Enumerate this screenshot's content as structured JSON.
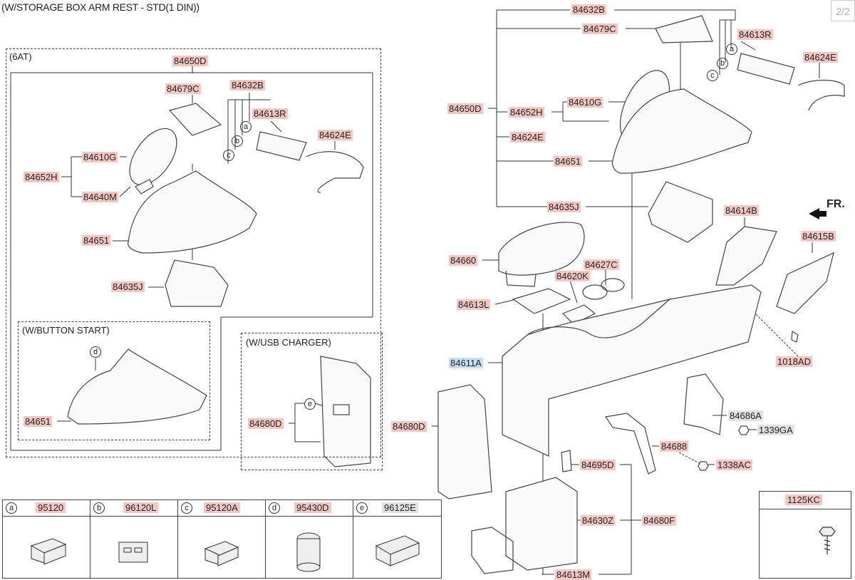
{
  "title": "(W/STORAGE BOX ARM REST - STD(1 DIN))",
  "page": "2/2",
  "direction": "FR.",
  "sections": {
    "at6": "(6AT)",
    "button_start": "(W/BUTTON START)",
    "usb_charger": "(W/USB CHARGER)"
  },
  "labels": {
    "l84632B": "84632B",
    "l84679C_r": "84679C",
    "l84613R_r": "84613R",
    "l84624E_r": "84624E",
    "l84650D_r": "84650D",
    "l84652H_r": "84652H",
    "l84610G_r": "84610G",
    "l84624E_r2": "84624E",
    "l84651_r": "84651",
    "l84635J_r": "84635J",
    "l84614B": "84614B",
    "l84615B": "84615B",
    "l84660": "84660",
    "l84627C": "84627C",
    "l84620K": "84620K",
    "l84613L": "84613L",
    "l84611A": "84611A",
    "l1018AD": "1018AD",
    "l84680D_r": "84680D",
    "l84686A": "84686A",
    "l1339GA": "1339GA",
    "l84688": "84688",
    "l1338AC": "1338AC",
    "l84695D": "84695D",
    "l84630Z": "84630Z",
    "l84680F": "84680F",
    "l84613M": "84613M",
    "l84650D_l": "84650D",
    "l84679C_l": "84679C",
    "l84632B_l": "84632B",
    "l84613R_l": "84613R",
    "l84624E_l": "84624E",
    "l84610G_l": "84610G",
    "l84652H_l": "84652H",
    "l84640M": "84640M",
    "l84651_l": "84651",
    "l84635J_l": "84635J",
    "l84651_bs": "84651",
    "l84680D_usb": "84680D",
    "bolt_code": "1125KC"
  },
  "callouts": {
    "a": "a",
    "b": "b",
    "c": "c",
    "d": "d",
    "e": "e"
  },
  "legend": [
    {
      "key": "a",
      "code": "95120",
      "color": "#f6c7c2"
    },
    {
      "key": "b",
      "code": "96120L",
      "color": "#f6c7c2"
    },
    {
      "key": "c",
      "code": "95120A",
      "color": "#f6c7c2"
    },
    {
      "key": "d",
      "code": "95430D",
      "color": "#f6c7c2"
    },
    {
      "key": "e",
      "code": "96125E",
      "color": "#e2e2e2"
    }
  ],
  "colors": {
    "pink": "#f6c7c2",
    "blue": "#c8def5",
    "grey": "#e2e2e2"
  }
}
